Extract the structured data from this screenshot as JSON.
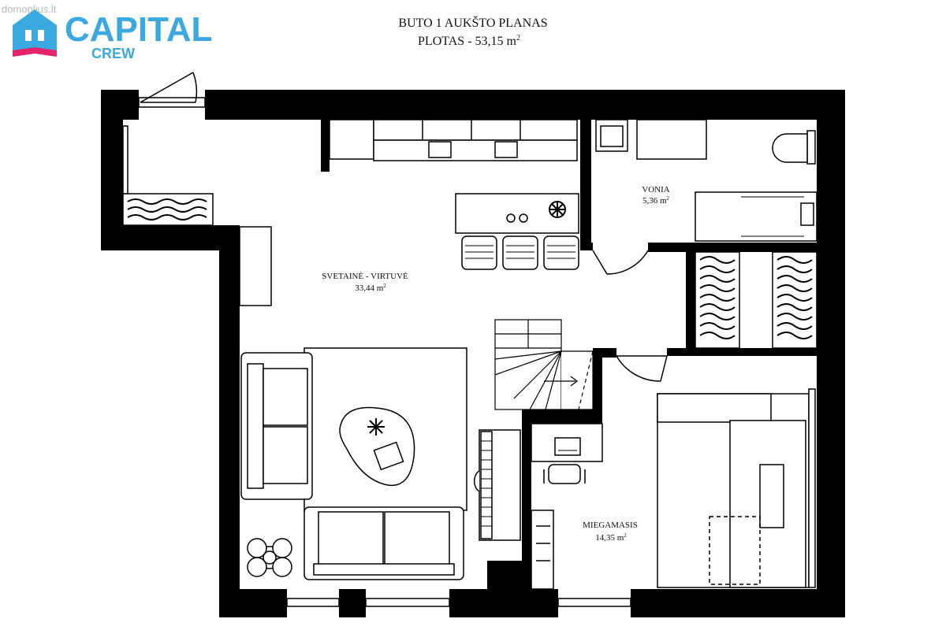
{
  "watermark": {
    "text": "domoplius.lt"
  },
  "logo": {
    "word": "CAPITAL",
    "sub": "CREW",
    "color_blue": "#3aa9e0",
    "color_pink": "#e5246c"
  },
  "header": {
    "title": "BUTO 1 AUKŠTO PLANAS",
    "area_prefix": "PLOTAS - 53,15 m",
    "area_sup": "2"
  },
  "rooms": {
    "living": {
      "name": "SVETAINĖ - VIRTUVĖ",
      "area": "33,44 m",
      "sup": "2"
    },
    "bath": {
      "name": "VONIA",
      "area": "5,36 m",
      "sup": "2"
    },
    "bedroom": {
      "name": "MIEGAMASIS",
      "area": "14,35 m",
      "sup": "2"
    }
  },
  "colors": {
    "wall": "#000000",
    "line": "#1a1a1a",
    "furniture_fill": "#ffffff",
    "text": "#111111"
  }
}
